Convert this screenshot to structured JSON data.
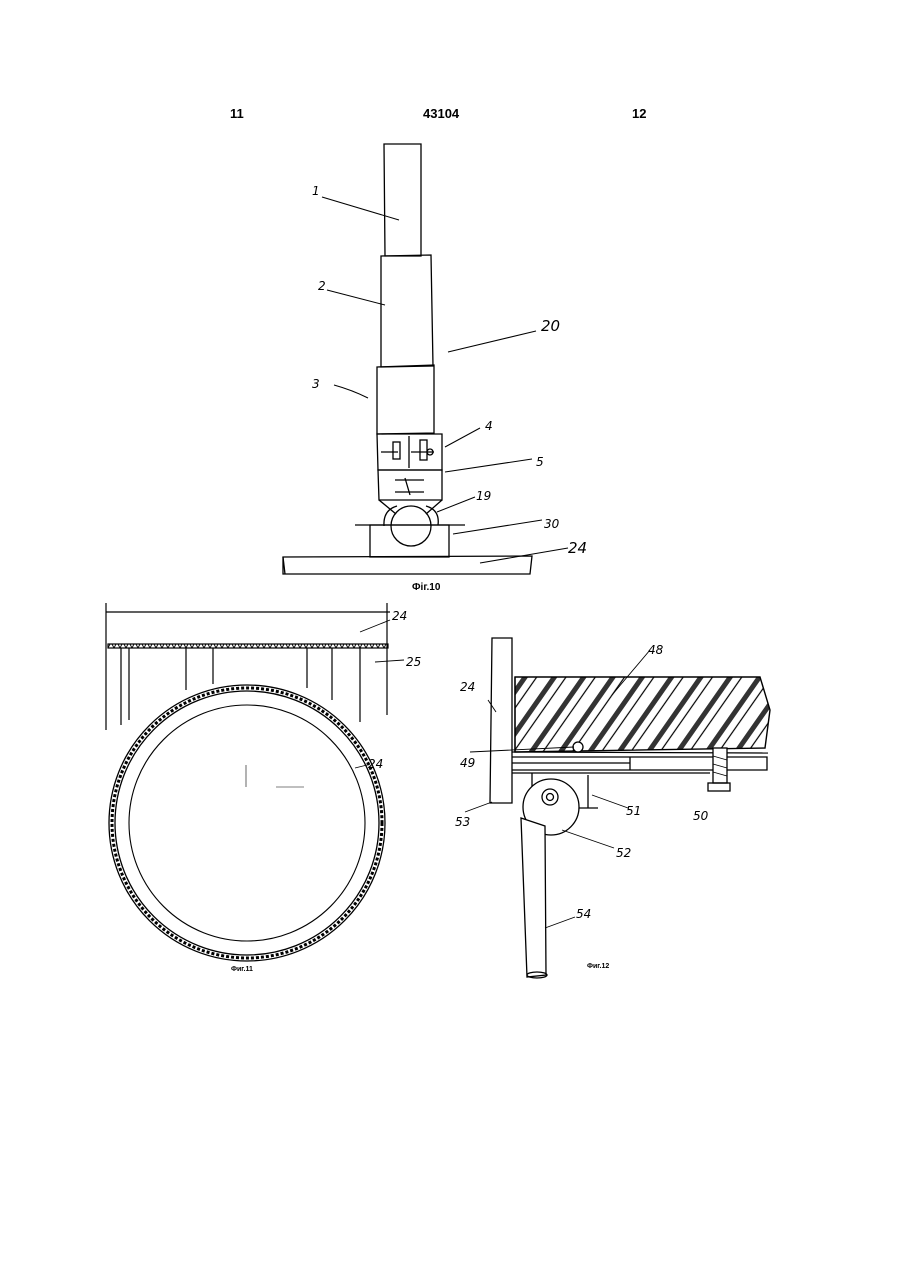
{
  "header": {
    "page_left": "11",
    "patent_number": "43104",
    "page_right": "12"
  },
  "figure10": {
    "caption": "Фіг.10",
    "labels": [
      "1",
      "2",
      "20",
      "3",
      "4",
      "5",
      "19",
      "30",
      "24"
    ]
  },
  "figure11": {
    "caption": "Фиг.11",
    "labels": [
      "24",
      "25",
      "24"
    ]
  },
  "figure12": {
    "caption": "Фиг.12",
    "labels": [
      "24",
      "48",
      "49",
      "53",
      "51",
      "50",
      "52",
      "54"
    ]
  }
}
